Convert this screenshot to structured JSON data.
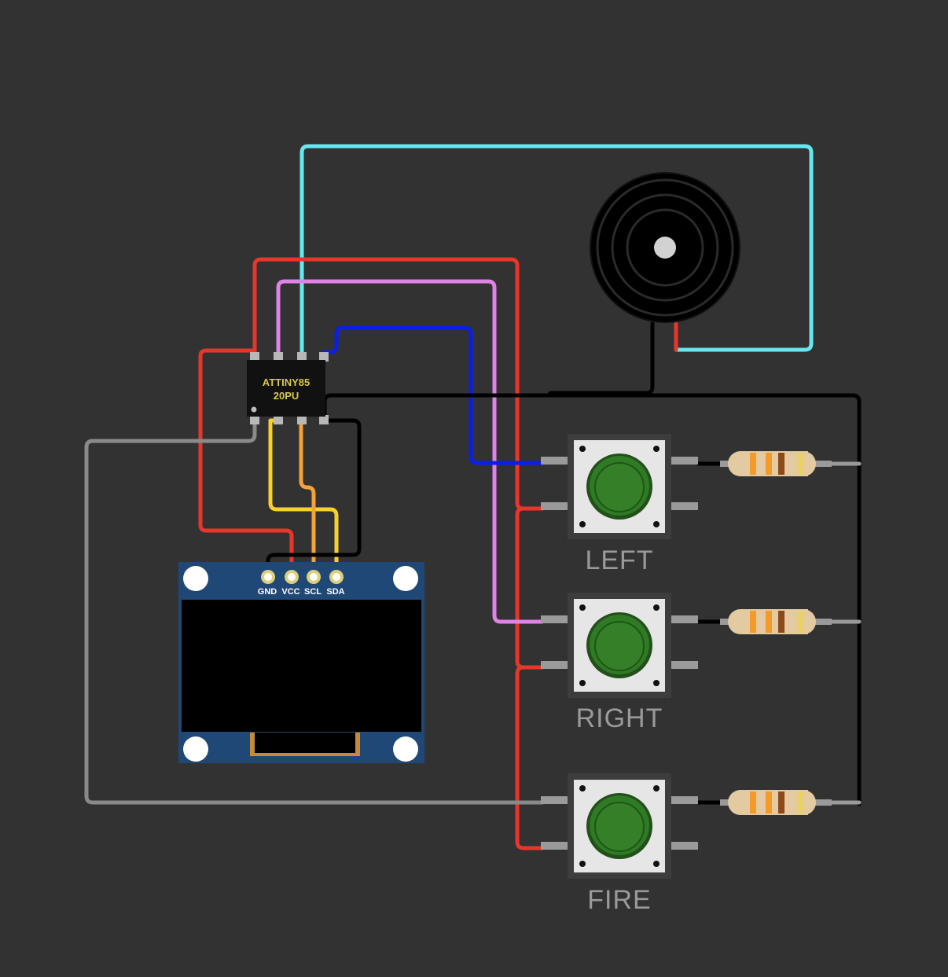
{
  "chip": {
    "line1": "ATTINY85",
    "line2": "20PU",
    "body_color": "#111111"
  },
  "oled": {
    "pins": [
      "GND",
      "VCC",
      "SCL",
      "SDA"
    ],
    "board_color": "#1f4877",
    "screen_color": "#000000"
  },
  "buttons": [
    {
      "label": "LEFT",
      "cap_color": "#2f7a24"
    },
    {
      "label": "RIGHT",
      "cap_color": "#2f7a24"
    },
    {
      "label": "FIRE",
      "cap_color": "#2f7a24"
    }
  ],
  "wire_colors": {
    "vcc": "#e8362a",
    "gnd": "#000000",
    "speaker_signal": "#66e8f0",
    "left_signal": "#0a1ee8",
    "right_signal": "#e083e6",
    "fire_signal": "#8a8a8a",
    "scl": "#f4a23a",
    "sda": "#f7d02e"
  },
  "icons": [
    "buzzer-icon",
    "resistor-icon",
    "pushbutton-icon",
    "microcontroller-icon",
    "oled-display-icon"
  ]
}
